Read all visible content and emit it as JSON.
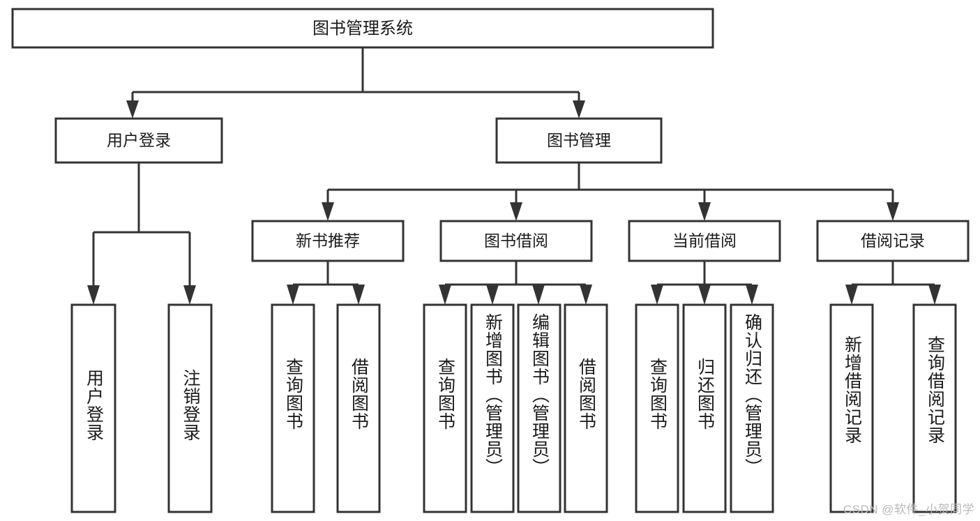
{
  "diagram": {
    "title": "图书管理系统",
    "type": "tree-hierarchy-chart",
    "watermark": "CSDN @软件_小贺同学",
    "root": {
      "label": "图书管理系统"
    },
    "level2": [
      {
        "id": "user-login",
        "label": "用户登录"
      },
      {
        "id": "book-manage",
        "label": "图书管理"
      }
    ],
    "level3": [
      {
        "id": "new-book-recommend",
        "label": "新书推荐"
      },
      {
        "id": "book-borrow",
        "label": "图书借阅"
      },
      {
        "id": "current-borrow",
        "label": "当前借阅"
      },
      {
        "id": "borrow-record",
        "label": "借阅记录"
      }
    ],
    "leaves": {
      "user_login": [
        {
          "id": "leaf-user-login",
          "label": "用户登录"
        },
        {
          "id": "leaf-logout-login",
          "label": "注销登录"
        }
      ],
      "new_book_recommend": [
        {
          "id": "leaf-query-book-1",
          "label": "查询图书"
        },
        {
          "id": "leaf-borrow-book-1",
          "label": "借阅图书"
        }
      ],
      "book_borrow": [
        {
          "id": "leaf-query-book-2",
          "label": "查询图书"
        },
        {
          "id": "leaf-add-book",
          "label": "新增图书（管理员）"
        },
        {
          "id": "leaf-edit-book",
          "label": "编辑图书（管理员）"
        },
        {
          "id": "leaf-borrow-book-2",
          "label": "借阅图书"
        }
      ],
      "current_borrow": [
        {
          "id": "leaf-query-book-3",
          "label": "查询图书"
        },
        {
          "id": "leaf-return-book",
          "label": "归还图书"
        },
        {
          "id": "leaf-confirm-return",
          "label": "确认归还（管理员）"
        }
      ],
      "borrow_record": [
        {
          "id": "leaf-add-record",
          "label": "新增借阅记录"
        },
        {
          "id": "leaf-query-record",
          "label": "查询借阅记录"
        }
      ]
    },
    "colors": {
      "stroke": "#333333",
      "fill": "#ffffff",
      "text": "#1a1a1a",
      "watermark": "#b9b9b9"
    }
  }
}
